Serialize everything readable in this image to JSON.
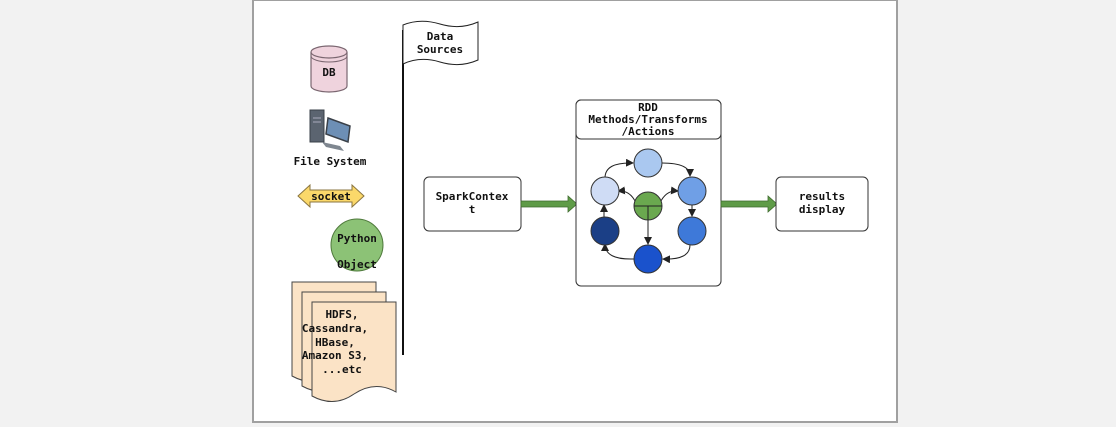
{
  "diagram": {
    "flag_label": [
      "Data",
      "Sources"
    ],
    "sources": {
      "db": "DB",
      "file_system": "File System",
      "socket": "socket",
      "python_object": [
        "Python",
        "Object"
      ],
      "storage": [
        "HDFS,",
        "Cassandra,",
        "HBase,",
        "Amazon S3,",
        "...etc"
      ]
    },
    "spark_context": [
      "SparkContex",
      "t"
    ],
    "rdd_box": [
      "RDD",
      "Methods/Transforms",
      "/Actions"
    ],
    "results": [
      "results",
      "display"
    ],
    "colors": {
      "db_fill": "#efd3dd",
      "socket_fill": "#fbd86a",
      "python_fill": "#8cc276",
      "doc_fill": "#fbe3c6",
      "arrow_green": "#5e9b47",
      "node_top": "#aac8f0",
      "node_left": "#cfdcf5",
      "node_right_top": "#6f9fe6",
      "node_right_bottom": "#3e79d9",
      "node_bottom": "#1a52cc",
      "node_left_bottom": "#1b3f86",
      "node_center": "#6aa84f"
    }
  }
}
